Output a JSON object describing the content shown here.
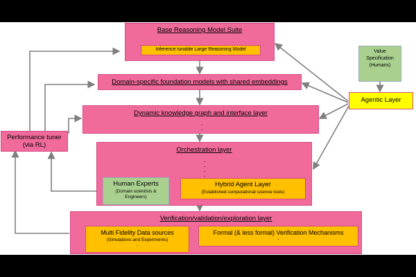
{
  "diagram": {
    "base_suite": {
      "title": "Base Reasoning Model Suite",
      "inner": "Inference tunable Large Reasoning Model"
    },
    "foundation": {
      "title": "Domain-specific foundation models with shared embeddings"
    },
    "knowledge_graph": {
      "title": "Dynamic knowledge graph and interface layer",
      "dots": ". ."
    },
    "orchestration": {
      "title": "Orchestration layer",
      "dots": ". . . ."
    },
    "human_experts": {
      "title": "Human Experts",
      "subtitle": "(Domain scientists & Engineers)"
    },
    "hybrid_agent": {
      "title": "Hybrid Agent Layer",
      "subtitle": "(Established computational science tools)"
    },
    "verification": {
      "title": "Verification/validation/exploration layer"
    },
    "data_sources": {
      "title": "Multi Fidelity Data sources",
      "subtitle": "(Simulations and Experiments)",
      "dots": "."
    },
    "formal": {
      "title": "Formal (& less formal) Verification Mechanisms",
      "dots": "."
    },
    "performance_tuner": {
      "title": "Performance tuner",
      "subtitle": "(via RL)"
    },
    "value_spec": {
      "line1": "Value",
      "line2": "Specification",
      "line3": "(Humans)"
    },
    "agentic_layer": {
      "title": "Agentic Layer"
    }
  }
}
